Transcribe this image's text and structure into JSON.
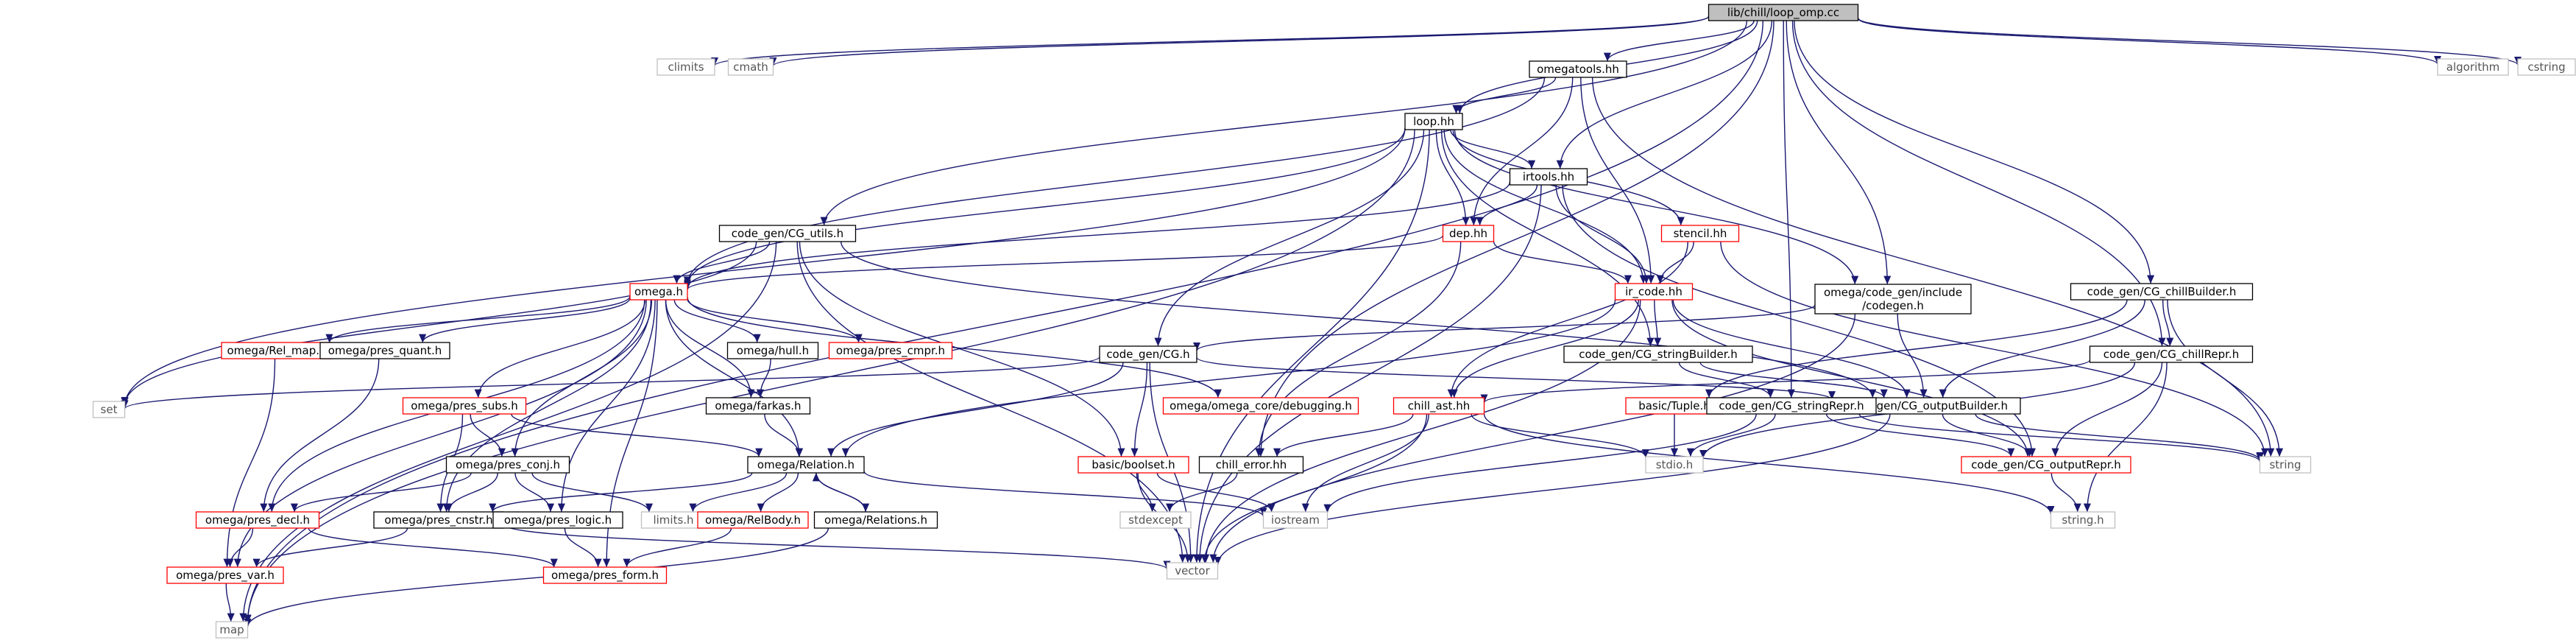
{
  "title": "lib/chill/loop_omp.cc",
  "colors": {
    "edge": "#191970",
    "file_border": "#000000",
    "missing_border": "#ff0000",
    "external_border": "#bfbfbf",
    "root_fill": "#bfbfbf",
    "text": "#000000",
    "external_text": "#555555"
  },
  "nodes": [
    {
      "id": "root",
      "label": "lib/chill/loop_omp.cc",
      "kind": "root"
    },
    {
      "id": "climits",
      "label": "climits",
      "kind": "external"
    },
    {
      "id": "cmath",
      "label": "cmath",
      "kind": "external"
    },
    {
      "id": "omegatools",
      "label": "omegatools.hh",
      "kind": "file"
    },
    {
      "id": "algorithm",
      "label": "algorithm",
      "kind": "external"
    },
    {
      "id": "cstring",
      "label": "cstring",
      "kind": "external"
    },
    {
      "id": "loop",
      "label": "loop.hh",
      "kind": "file"
    },
    {
      "id": "irtools",
      "label": "irtools.hh",
      "kind": "file"
    },
    {
      "id": "dep",
      "label": "dep.hh",
      "kind": "missing"
    },
    {
      "id": "stencil",
      "label": "stencil.hh",
      "kind": "missing"
    },
    {
      "id": "cgutils",
      "label": "code_gen/CG_utils.h",
      "kind": "file"
    },
    {
      "id": "omega",
      "label": "omega.h",
      "kind": "missing"
    },
    {
      "id": "ircode",
      "label": "ir_code.hh",
      "kind": "missing"
    },
    {
      "id": "codegen",
      "label": "omega/code_gen/include\n/codegen.h",
      "kind": "file"
    },
    {
      "id": "chillbuilder",
      "label": "code_gen/CG_chillBuilder.h",
      "kind": "file"
    },
    {
      "id": "relmap",
      "label": "omega/Rel_map.h",
      "kind": "missing"
    },
    {
      "id": "presquant",
      "label": "omega/pres_quant.h",
      "kind": "file"
    },
    {
      "id": "hull",
      "label": "omega/hull.h",
      "kind": "file"
    },
    {
      "id": "prescmpr",
      "label": "omega/pres_cmpr.h",
      "kind": "missing"
    },
    {
      "id": "cg",
      "label": "code_gen/CG.h",
      "kind": "file"
    },
    {
      "id": "stringbuilder",
      "label": "code_gen/CG_stringBuilder.h",
      "kind": "file"
    },
    {
      "id": "chillrepr",
      "label": "code_gen/CG_chillRepr.h",
      "kind": "file"
    },
    {
      "id": "set",
      "label": "set",
      "kind": "external"
    },
    {
      "id": "pressubs",
      "label": "omega/pres_subs.h",
      "kind": "missing"
    },
    {
      "id": "farkas",
      "label": "omega/farkas.h",
      "kind": "file"
    },
    {
      "id": "debugging",
      "label": "omega/omega_core/debugging.h",
      "kind": "missing"
    },
    {
      "id": "outputbuilder",
      "label": "code_gen/CG_outputBuilder.h",
      "kind": "file"
    },
    {
      "id": "chillast",
      "label": "chill_ast.hh",
      "kind": "missing"
    },
    {
      "id": "tuple",
      "label": "basic/Tuple.h",
      "kind": "missing"
    },
    {
      "id": "stringrepr",
      "label": "code_gen/CG_stringRepr.h",
      "kind": "file"
    },
    {
      "id": "presconj",
      "label": "omega/pres_conj.h",
      "kind": "file"
    },
    {
      "id": "relation",
      "label": "omega/Relation.h",
      "kind": "file"
    },
    {
      "id": "boolset",
      "label": "basic/boolset.h",
      "kind": "missing"
    },
    {
      "id": "chillerror",
      "label": "chill_error.hh",
      "kind": "file"
    },
    {
      "id": "stdio",
      "label": "stdio.h",
      "kind": "external"
    },
    {
      "id": "outputrepr",
      "label": "code_gen/CG_outputRepr.h",
      "kind": "missing"
    },
    {
      "id": "string",
      "label": "string",
      "kind": "external"
    },
    {
      "id": "limits",
      "label": "limits.h",
      "kind": "external"
    },
    {
      "id": "presdecl",
      "label": "omega/pres_decl.h",
      "kind": "missing"
    },
    {
      "id": "prescnstr",
      "label": "omega/pres_cnstr.h",
      "kind": "file"
    },
    {
      "id": "preslogic",
      "label": "omega/pres_logic.h",
      "kind": "file"
    },
    {
      "id": "relbody",
      "label": "omega/RelBody.h",
      "kind": "missing"
    },
    {
      "id": "relations",
      "label": "omega/Relations.h",
      "kind": "file"
    },
    {
      "id": "stdexcept",
      "label": "stdexcept",
      "kind": "external"
    },
    {
      "id": "iostream",
      "label": "iostream",
      "kind": "external"
    },
    {
      "id": "stringh",
      "label": "string.h",
      "kind": "external"
    },
    {
      "id": "presvar",
      "label": "omega/pres_var.h",
      "kind": "missing"
    },
    {
      "id": "presform",
      "label": "omega/pres_form.h",
      "kind": "missing"
    },
    {
      "id": "vector",
      "label": "vector",
      "kind": "external"
    },
    {
      "id": "map",
      "label": "map",
      "kind": "external"
    }
  ],
  "edges": [
    [
      "root",
      "climits"
    ],
    [
      "root",
      "cmath"
    ],
    [
      "root",
      "omegatools"
    ],
    [
      "root",
      "algorithm"
    ],
    [
      "root",
      "cstring"
    ],
    [
      "root",
      "loop"
    ],
    [
      "root",
      "irtools"
    ],
    [
      "root",
      "cgutils"
    ],
    [
      "root",
      "codegen"
    ],
    [
      "root",
      "chillbuilder"
    ],
    [
      "root",
      "chillrepr"
    ],
    [
      "root",
      "stringrepr"
    ],
    [
      "root",
      "chillerror"
    ],
    [
      "root",
      "map"
    ],
    [
      "omegatools",
      "loop"
    ],
    [
      "omegatools",
      "dep"
    ],
    [
      "omegatools",
      "ircode"
    ],
    [
      "omegatools",
      "omega"
    ],
    [
      "omegatools",
      "string"
    ],
    [
      "loop",
      "irtools"
    ],
    [
      "loop",
      "dep"
    ],
    [
      "loop",
      "stencil"
    ],
    [
      "loop",
      "ircode"
    ],
    [
      "loop",
      "omega"
    ],
    [
      "loop",
      "cg"
    ],
    [
      "loop",
      "codegen"
    ],
    [
      "loop",
      "stringbuilder"
    ],
    [
      "loop",
      "set"
    ],
    [
      "loop",
      "map"
    ],
    [
      "loop",
      "vector"
    ],
    [
      "irtools",
      "dep"
    ],
    [
      "irtools",
      "ircode"
    ],
    [
      "irtools",
      "omega"
    ],
    [
      "irtools",
      "vector"
    ],
    [
      "irtools",
      "outputrepr"
    ],
    [
      "dep",
      "omega"
    ],
    [
      "dep",
      "ircode"
    ],
    [
      "dep",
      "chillerror"
    ],
    [
      "stencil",
      "ircode"
    ],
    [
      "stencil",
      "chillast"
    ],
    [
      "stencil",
      "string"
    ],
    [
      "cgutils",
      "omega"
    ],
    [
      "cgutils",
      "boolset"
    ],
    [
      "cgutils",
      "outputbuilder"
    ],
    [
      "cgutils",
      "set"
    ],
    [
      "cgutils",
      "map"
    ],
    [
      "cgutils",
      "vector"
    ],
    [
      "ircode",
      "stringbuilder"
    ],
    [
      "ircode",
      "outputbuilder"
    ],
    [
      "ircode",
      "outputrepr"
    ],
    [
      "ircode",
      "chillast"
    ],
    [
      "ircode",
      "relation"
    ],
    [
      "ircode",
      "vector"
    ],
    [
      "codegen",
      "cg"
    ],
    [
      "codegen",
      "outputbuilder"
    ],
    [
      "codegen",
      "vector"
    ],
    [
      "chillbuilder",
      "outputbuilder"
    ],
    [
      "chillbuilder",
      "chillrepr"
    ],
    [
      "chillbuilder",
      "string"
    ],
    [
      "chillbuilder",
      "tuple"
    ],
    [
      "omega",
      "relmap"
    ],
    [
      "omega",
      "presquant"
    ],
    [
      "omega",
      "hull"
    ],
    [
      "omega",
      "prescmpr"
    ],
    [
      "omega",
      "pressubs"
    ],
    [
      "omega",
      "farkas"
    ],
    [
      "omega",
      "debugging"
    ],
    [
      "omega",
      "relation"
    ],
    [
      "omega",
      "presconj"
    ],
    [
      "omega",
      "presdecl"
    ],
    [
      "omega",
      "prescnstr"
    ],
    [
      "omega",
      "preslogic"
    ],
    [
      "omega",
      "presvar"
    ],
    [
      "omega",
      "presform"
    ],
    [
      "relmap",
      "presvar"
    ],
    [
      "presquant",
      "presdecl"
    ],
    [
      "hull",
      "farkas"
    ],
    [
      "cg",
      "set"
    ],
    [
      "cg",
      "boolset"
    ],
    [
      "cg",
      "relation"
    ],
    [
      "cg",
      "outputbuilder"
    ],
    [
      "cg",
      "vector"
    ],
    [
      "stringbuilder",
      "outputbuilder"
    ],
    [
      "stringbuilder",
      "stringrepr"
    ],
    [
      "chillrepr",
      "chillast"
    ],
    [
      "chillrepr",
      "outputrepr"
    ],
    [
      "chillrepr",
      "stdio"
    ],
    [
      "chillrepr",
      "stringh"
    ],
    [
      "pressubs",
      "relation"
    ],
    [
      "pressubs",
      "presconj"
    ],
    [
      "pressubs",
      "prescnstr"
    ],
    [
      "farkas",
      "relation"
    ],
    [
      "outputbuilder",
      "outputrepr"
    ],
    [
      "outputbuilder",
      "string"
    ],
    [
      "outputbuilder",
      "vector"
    ],
    [
      "chillast",
      "stdio"
    ],
    [
      "chillast",
      "chillerror"
    ],
    [
      "chillast",
      "iostream"
    ],
    [
      "chillast",
      "vector"
    ],
    [
      "chillast",
      "stringh"
    ],
    [
      "tuple",
      "stdio"
    ],
    [
      "stringrepr",
      "outputrepr"
    ],
    [
      "stringrepr",
      "stdio"
    ],
    [
      "stringrepr",
      "iostream"
    ],
    [
      "stringrepr",
      "string"
    ],
    [
      "presconj",
      "presdecl"
    ],
    [
      "presconj",
      "prescnstr"
    ],
    [
      "presconj",
      "preslogic"
    ],
    [
      "presconj",
      "limits"
    ],
    [
      "relation",
      "relbody"
    ],
    [
      "relation",
      "relations"
    ],
    [
      "relation",
      "iostream"
    ],
    [
      "relation",
      "limits"
    ],
    [
      "relation",
      "prescnstr"
    ],
    [
      "boolset",
      "stdexcept"
    ],
    [
      "boolset",
      "iostream"
    ],
    [
      "boolset",
      "vector"
    ],
    [
      "chillerror",
      "stdexcept"
    ],
    [
      "outputrepr",
      "stringh"
    ],
    [
      "presdecl",
      "presvar"
    ],
    [
      "presdecl",
      "presform"
    ],
    [
      "prescnstr",
      "presvar"
    ],
    [
      "prescnstr",
      "vector"
    ],
    [
      "preslogic",
      "presform"
    ],
    [
      "relbody",
      "presform"
    ],
    [
      "relations",
      "relation"
    ],
    [
      "relations",
      "map"
    ],
    [
      "presvar",
      "map"
    ]
  ]
}
